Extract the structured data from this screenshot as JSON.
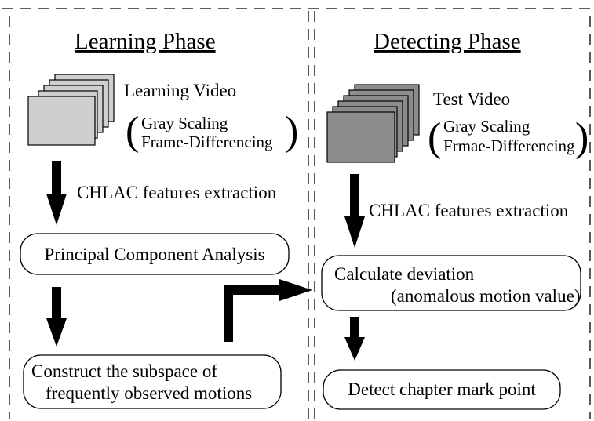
{
  "learning": {
    "title": "Learning Phase",
    "video_label": "Learning Video",
    "prep_line1": "Gray Scaling",
    "prep_line2": "Frame-Differencing",
    "feature_label": "CHLAC features extraction",
    "pca_box": "Principal Component Analysis",
    "subspace_line1": "Construct the subspace of",
    "subspace_line2": "frequently observed motions",
    "frame_color": "#cfcfcf"
  },
  "detecting": {
    "title": "Detecting Phase",
    "video_label": "Test Video",
    "prep_line1": "Gray Scaling",
    "prep_line2": "Frmae-Differencing",
    "feature_label": "CHLAC features extraction",
    "deviation_line1": "Calculate deviation",
    "deviation_line2": "(anomalous motion value)",
    "chapter_box": "Detect chapter mark point",
    "frame_color": "#8c8c8c"
  }
}
